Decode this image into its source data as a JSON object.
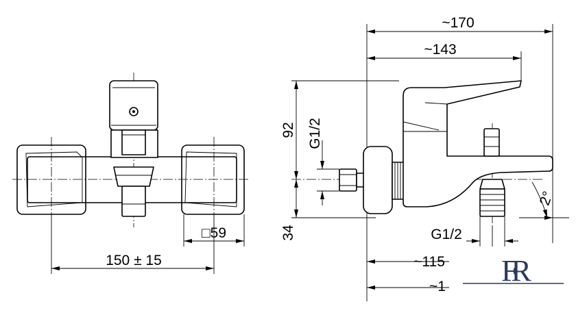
{
  "drawing": {
    "front_view": {
      "width_dim": "150 ± 15",
      "square_dim": "□59"
    },
    "side_view": {
      "dim_overall": "~170",
      "dim_handle": "~143",
      "dim_height_upper": "92",
      "dim_height_lower": "34",
      "thread_inlet": "G1/2",
      "thread_outlet": "G1/2",
      "dim_outlet": "~115",
      "dim_partial": "~1",
      "angle": "2°"
    }
  },
  "logo": {
    "text": "FR",
    "color": "#2b3a5c"
  },
  "colors": {
    "line": "#000000",
    "background": "#ffffff"
  }
}
